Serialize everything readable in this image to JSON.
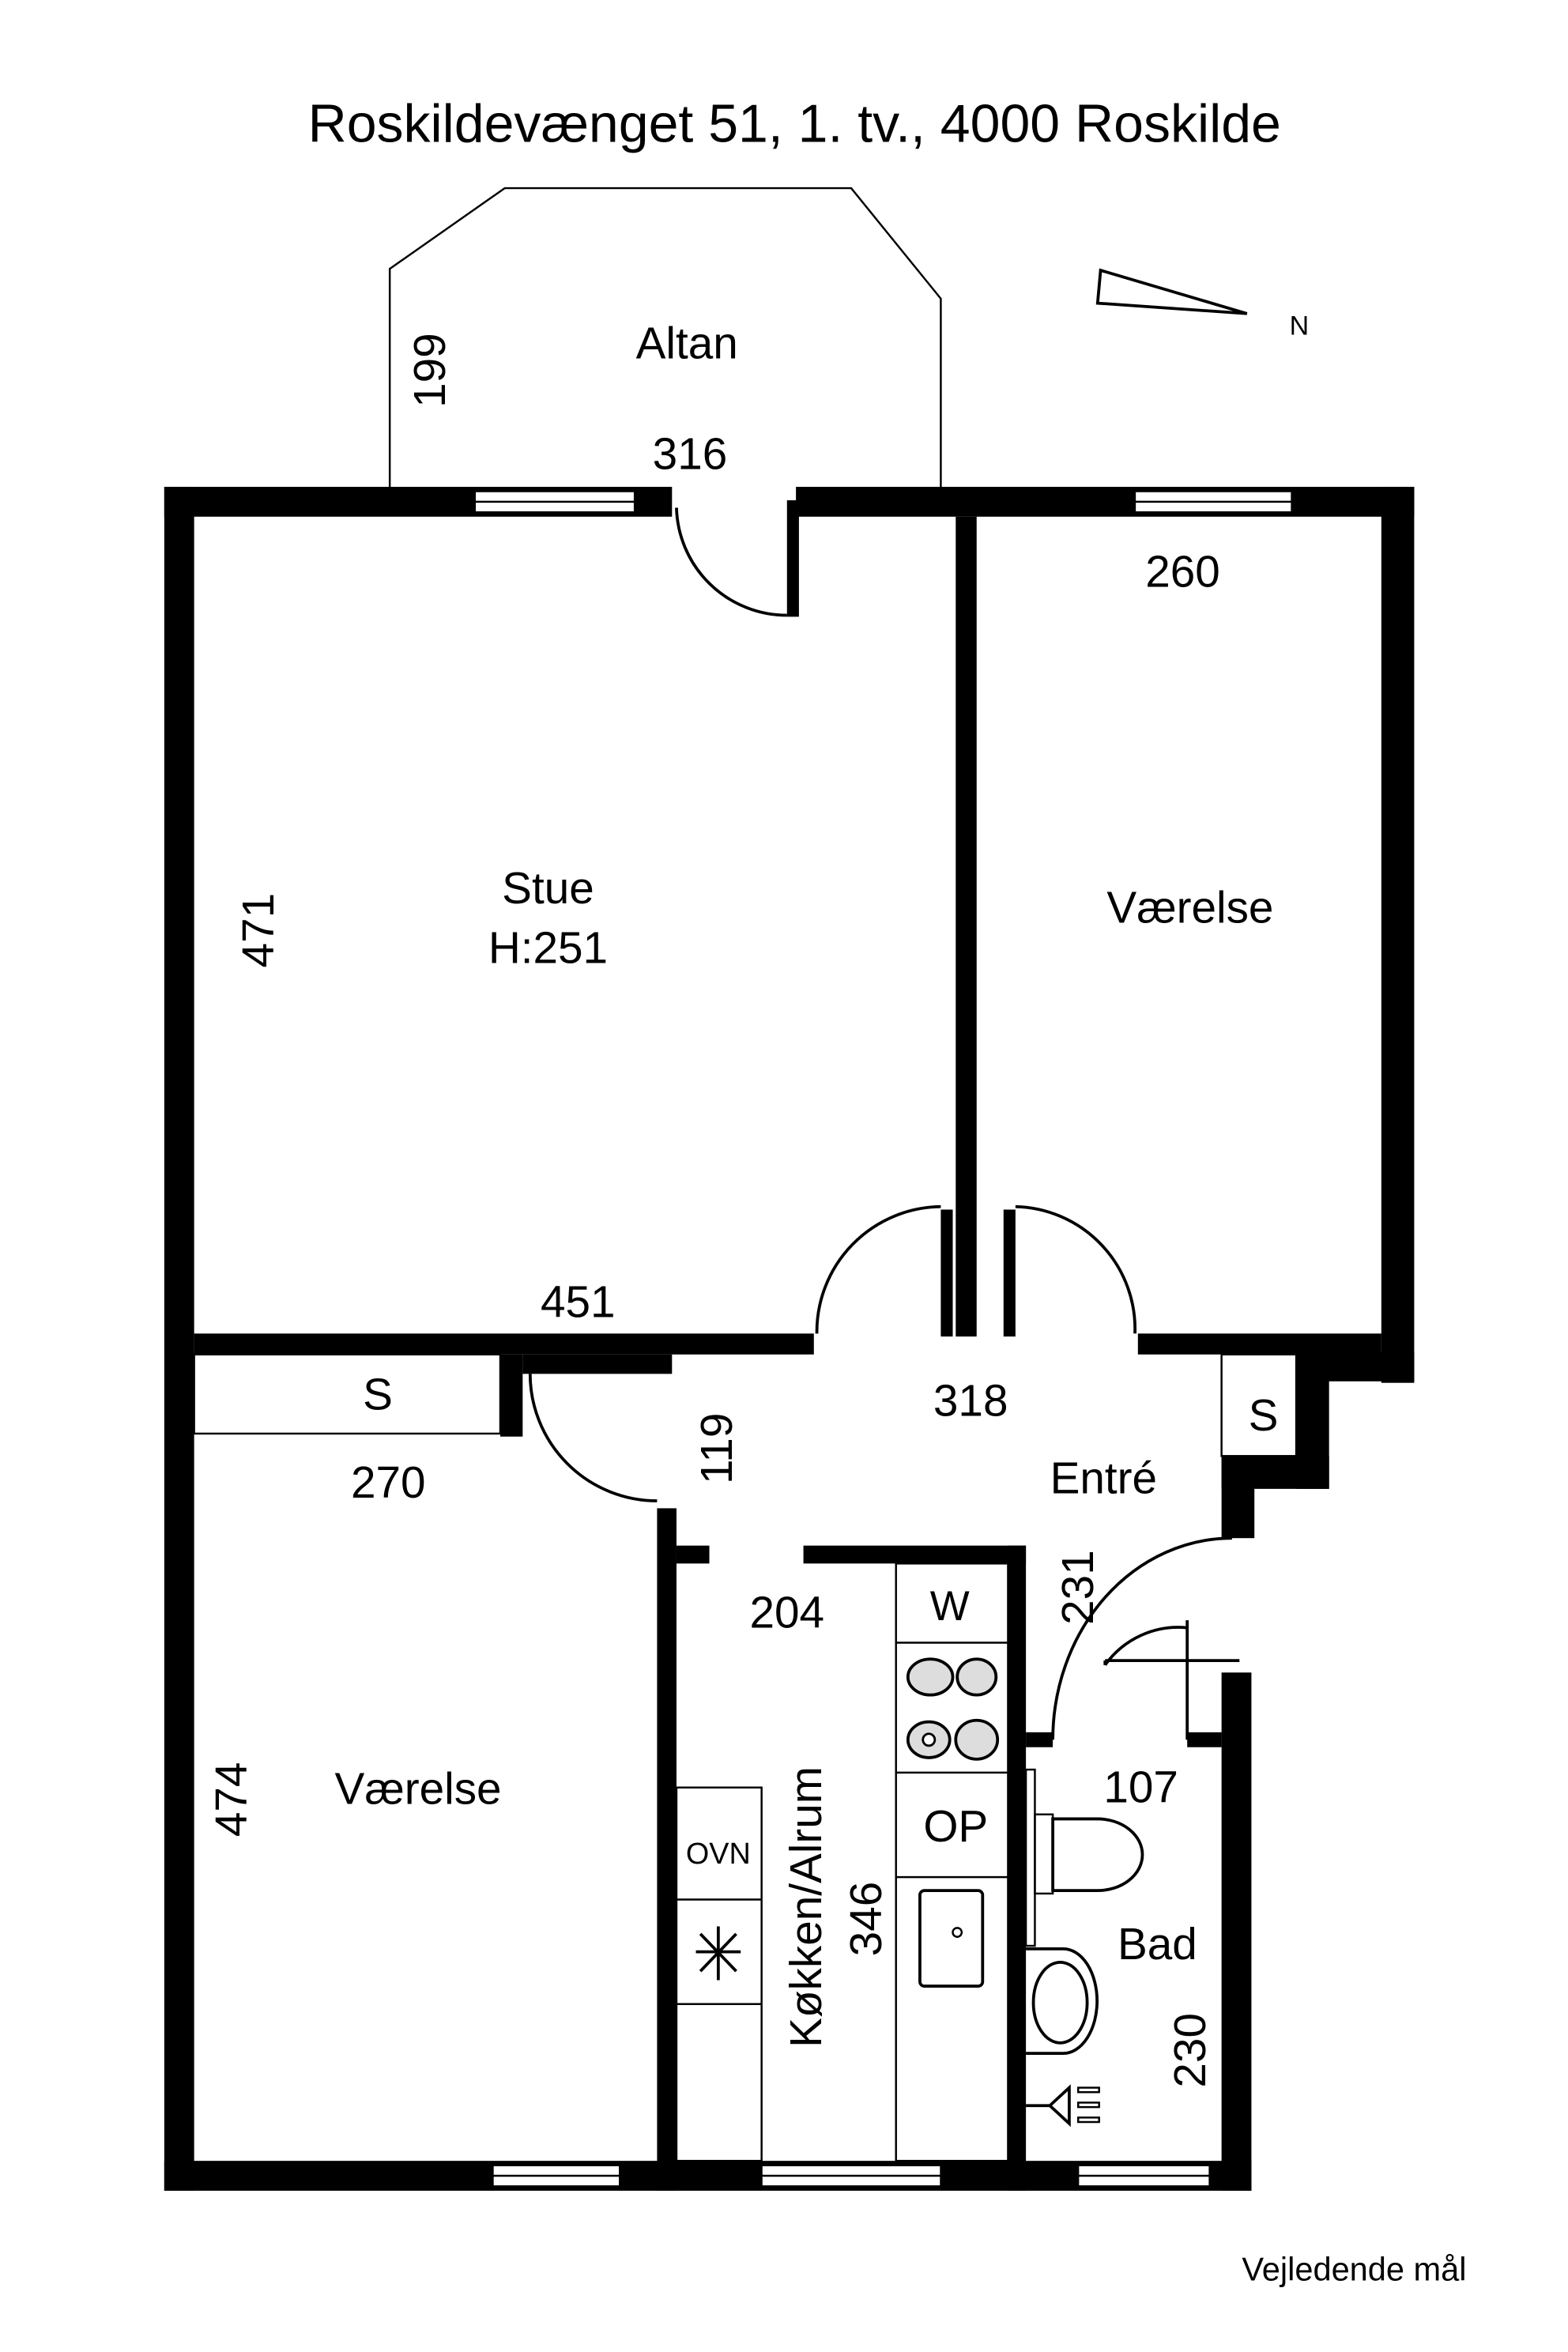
{
  "title": "Roskildevænget 51, 1. tv., 4000 Roskilde",
  "compass": "N",
  "footer": "Vejledende mål",
  "rooms": {
    "altan": {
      "label": "Altan",
      "dim_v": "199",
      "dim_h": "316"
    },
    "stue": {
      "label": "Stue",
      "height": "H:251",
      "dim_v": "471",
      "dim_h": "451"
    },
    "vaerelse1": {
      "label": "Værelse",
      "dim_h": "260"
    },
    "vaerelse2": {
      "label": "Værelse",
      "dim_v": "474",
      "dim_h": "270"
    },
    "entre": {
      "label": "Entré",
      "dim_h": "318",
      "dim_v1": "119",
      "dim_v2": "231"
    },
    "kitchen": {
      "label": "Køkken/Alrum",
      "dim_v": "346",
      "dim_h": "204"
    },
    "bad": {
      "label": "Bad",
      "dim_h": "107",
      "dim_v": "230"
    }
  },
  "fixtures": {
    "closet1": "S",
    "closet2": "S",
    "washer": "W",
    "dishwasher": "OP",
    "oven": "OVN"
  }
}
